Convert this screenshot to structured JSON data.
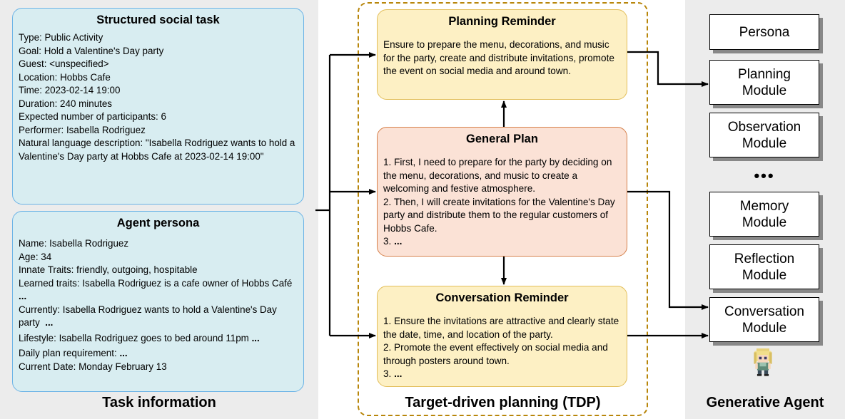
{
  "task_info": {
    "section_label": "Task information",
    "social_task": {
      "title": "Structured social task",
      "lines": [
        "Type: Public Activity",
        "Goal: Hold a Valentine's Day party",
        "Guest: <unspecified>",
        "Location: Hobbs Cafe",
        "Time: 2023-02-14 19:00",
        "Duration: 240 minutes",
        "Expected number of participants: 6",
        "Performer: Isabella Rodriguez",
        "Natural language description: \"Isabella Rodriguez wants to hold a Valentine's Day party at Hobbs Cafe at 2023-02-14 19:00\""
      ]
    },
    "persona": {
      "title": "Agent persona",
      "lines": [
        "Name: Isabella Rodriguez",
        "Age: 34",
        "Innate Traits: friendly, outgoing, hospitable",
        "Learned traits: Isabella Rodriguez is a cafe owner of Hobbs Café",
        "Currently: Isabella Rodriguez wants to hold a Valentine's Day party",
        "Lifestyle: Isabella Rodriguez goes to bed around 11pm",
        "Daily plan requirement:",
        "Current Date: Monday February 13"
      ],
      "ellipsis": "..."
    }
  },
  "tdp": {
    "section_label": "Target-driven planning (TDP)",
    "planning_reminder": {
      "title": "Planning Reminder",
      "text": "Ensure to prepare the menu, decorations, and music for the party, create and distribute invitations, promote the event on social media and around town."
    },
    "general_plan": {
      "title": "General Plan",
      "items": [
        "1. First, I need to prepare for the party by deciding on the menu, decorations, and music to create a welcoming and festive atmosphere.",
        "2. Then, I will create invitations for the Valentine's Day party and distribute them to the regular customers of Hobbs Cafe.",
        "3."
      ]
    },
    "conversation_reminder": {
      "title": "Conversation Reminder",
      "items": [
        "1. Ensure the invitations are attractive and clearly state the date, time, and location of the party.",
        "2. Promote the event effectively on social media and through posters around town.",
        "3."
      ]
    }
  },
  "agent": {
    "section_label": "Generative Agent",
    "modules": [
      "Persona",
      "Planning Module",
      "Observation Module",
      "Memory Module",
      "Reflection Module",
      "Conversation Module"
    ],
    "ellipsis": "•••"
  },
  "colors": {
    "blue_fill": "#d8edf1",
    "yellow_fill": "#fdf0c4",
    "salmon_fill": "#fbe2d6",
    "tdp_border": "#b8860b"
  }
}
